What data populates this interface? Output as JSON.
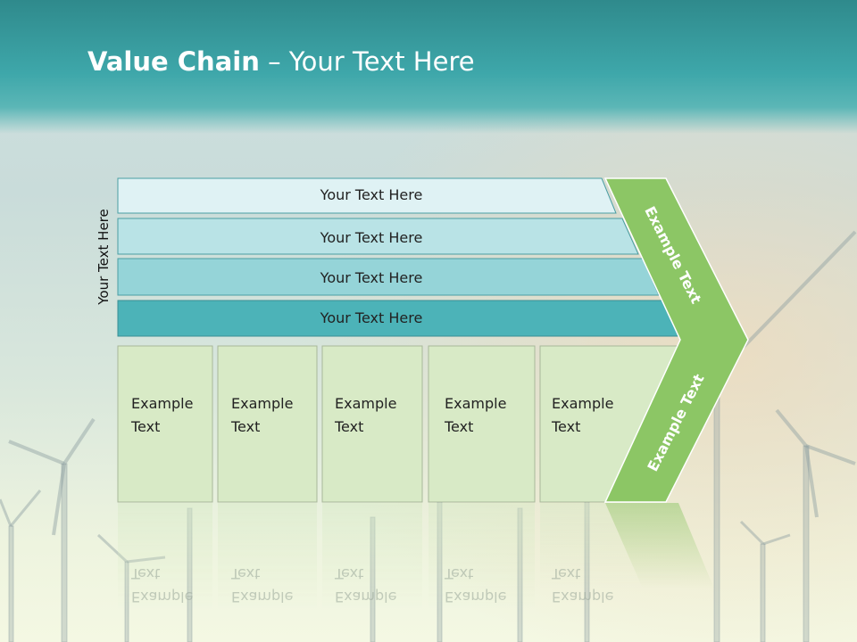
{
  "header": {
    "title_bold": "Value Chain",
    "title_rest": " – Your Text Here"
  },
  "side_label": "Your Text Here",
  "bars": [
    {
      "label": "Your Text Here",
      "color": "#dff2f4"
    },
    {
      "label": "Your Text Here",
      "color": "#b9e3e6"
    },
    {
      "label": "Your Text Here",
      "color": "#95d4d8"
    },
    {
      "label": "Your Text Here",
      "color": "#4cb3b8"
    }
  ],
  "columns": [
    {
      "line1": "Example",
      "line2": "Text"
    },
    {
      "line1": "Example",
      "line2": "Text"
    },
    {
      "line1": "Example",
      "line2": "Text"
    },
    {
      "line1": "Example",
      "line2": "Text"
    },
    {
      "line1": "Example",
      "line2": "Text"
    }
  ],
  "chevron": {
    "upper_label": "Example Text",
    "lower_label": "Example Text",
    "color": "#8cc665"
  },
  "column_color": "#d8eac6"
}
